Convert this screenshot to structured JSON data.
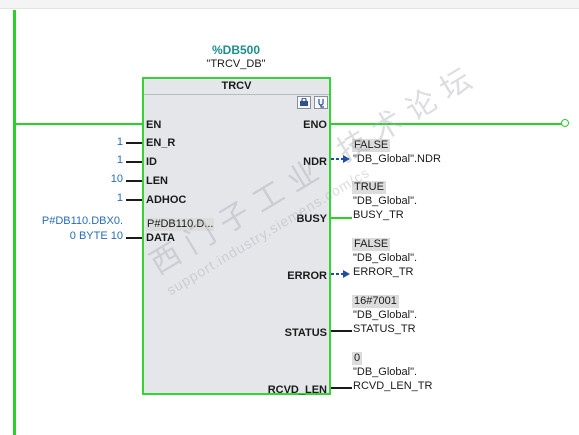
{
  "instance": {
    "db_address": "%DB500",
    "db_name": "\"TRCV_DB\""
  },
  "block": {
    "title": "TRCV"
  },
  "inputs": [
    {
      "pin": "EN",
      "constant": ""
    },
    {
      "pin": "EN_R",
      "constant": "1"
    },
    {
      "pin": "ID",
      "constant": "1"
    },
    {
      "pin": "LEN",
      "constant": "10"
    },
    {
      "pin": "ADHOC",
      "constant": "1"
    },
    {
      "pin": "DATA",
      "constant_line1": "P#DB110.DBX0.",
      "constant_line2": "0 BYTE 10",
      "param_display": "P#DB110.D..."
    }
  ],
  "outputs": [
    {
      "pin": "ENO"
    },
    {
      "pin": "NDR",
      "value": "FALSE",
      "tag_lines": [
        "\"DB_Global\".NDR"
      ]
    },
    {
      "pin": "BUSY",
      "value": "TRUE",
      "tag_lines": [
        "\"DB_Global\".",
        "BUSY_TR"
      ]
    },
    {
      "pin": "ERROR",
      "value": "FALSE",
      "tag_lines": [
        "\"DB_Global\".",
        "ERROR_TR"
      ]
    },
    {
      "pin": "STATUS",
      "value": "16#7001",
      "tag_lines": [
        "\"DB_Global\".",
        "STATUS_TR"
      ]
    },
    {
      "pin": "RCVD_LEN",
      "value": "0",
      "tag_lines": [
        "\"DB_Global\".",
        "RCVD_LEN_TR"
      ]
    }
  ],
  "watermark": {
    "line1": "西门子工业 技术论坛",
    "line2": "support.industry.siemens.com/cs"
  },
  "colors": {
    "power_flow": "#28d228",
    "block_border": "#35d335",
    "constant_text": "#2a6db5",
    "block_fill": "#e4e6ea"
  },
  "icons": [
    "block-lock-icon",
    "block-diagnostics-icon"
  ]
}
